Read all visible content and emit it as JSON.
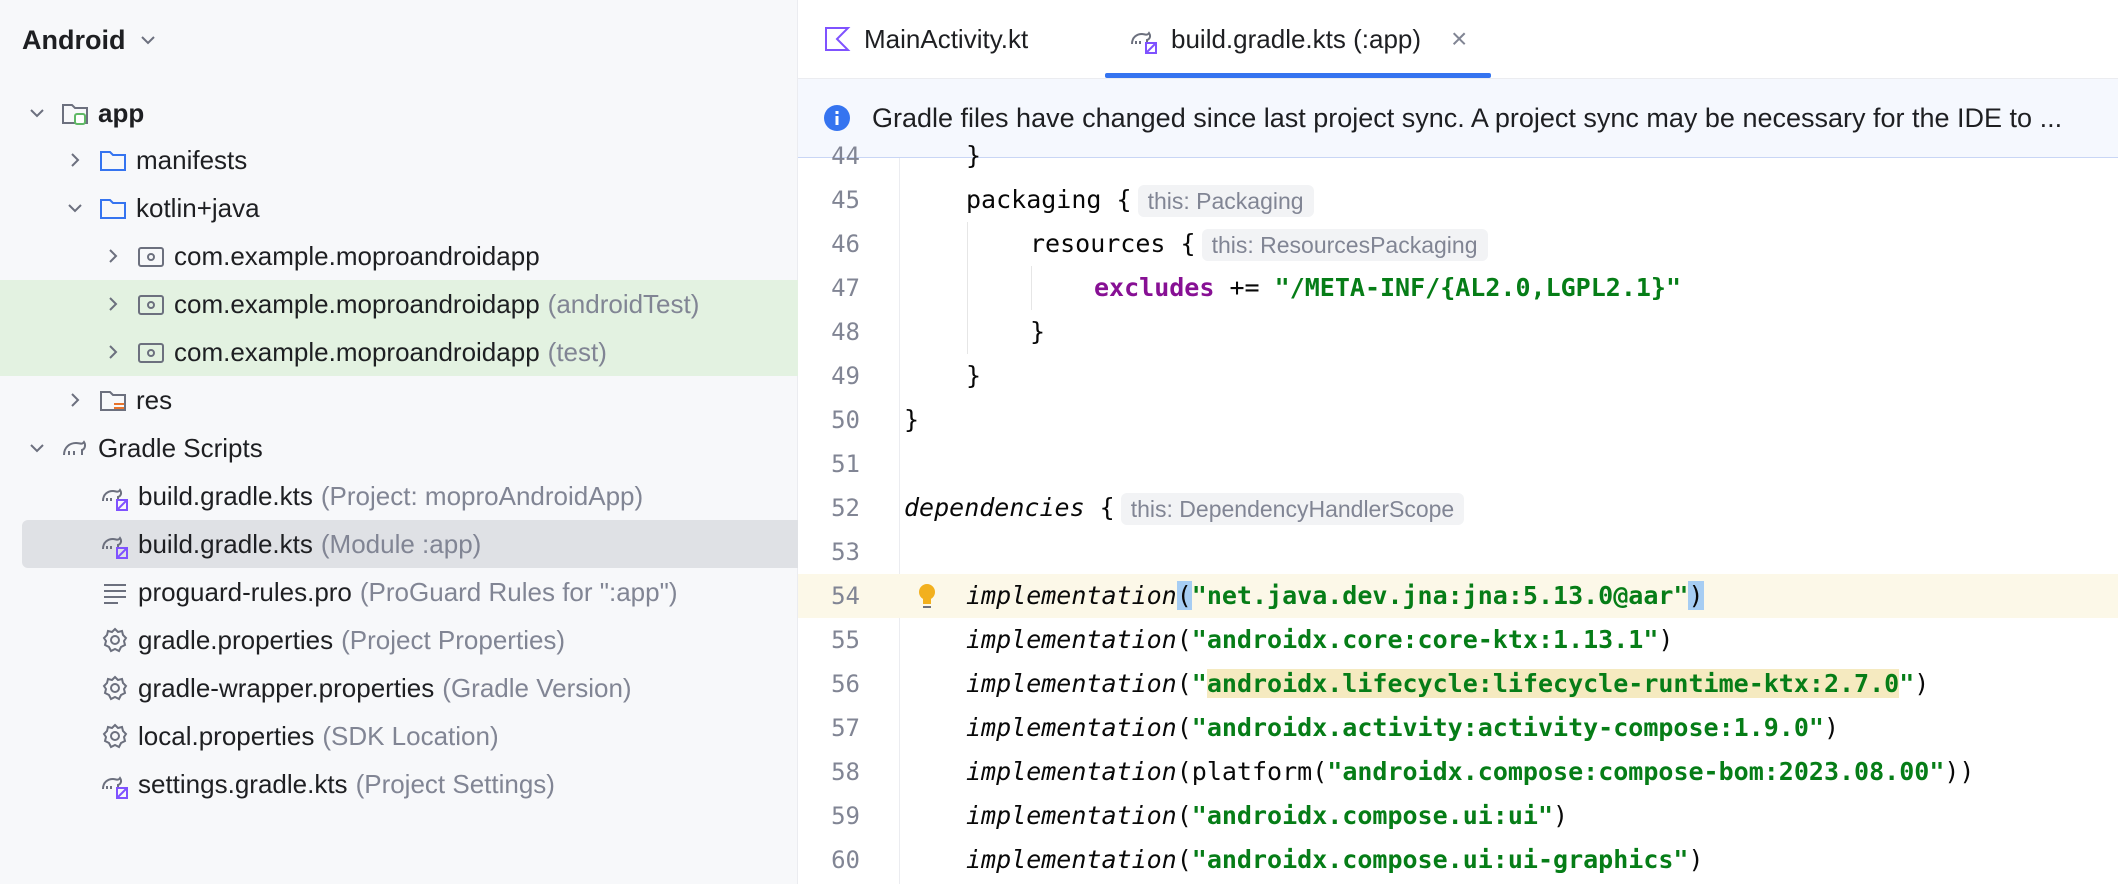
{
  "sidebar": {
    "title": "Android",
    "items": [
      {
        "label": "app",
        "suffix": ""
      },
      {
        "label": "manifests",
        "suffix": ""
      },
      {
        "label": "kotlin+java",
        "suffix": ""
      },
      {
        "label": "com.example.moproandroidapp",
        "suffix": ""
      },
      {
        "label": "com.example.moproandroidapp",
        "suffix": "(androidTest)"
      },
      {
        "label": "com.example.moproandroidapp",
        "suffix": "(test)"
      },
      {
        "label": "res",
        "suffix": ""
      },
      {
        "label": "Gradle Scripts",
        "suffix": ""
      },
      {
        "label": "build.gradle.kts",
        "suffix": "(Project: moproAndroidApp)"
      },
      {
        "label": "build.gradle.kts",
        "suffix": "(Module :app)"
      },
      {
        "label": "proguard-rules.pro",
        "suffix": "(ProGuard Rules for \":app\")"
      },
      {
        "label": "gradle.properties",
        "suffix": "(Project Properties)"
      },
      {
        "label": "gradle-wrapper.properties",
        "suffix": "(Gradle Version)"
      },
      {
        "label": "local.properties",
        "suffix": "(SDK Location)"
      },
      {
        "label": "settings.gradle.kts",
        "suffix": "(Project Settings)"
      }
    ]
  },
  "tabs": [
    {
      "label": "MainActivity.kt",
      "icon": "kotlin-file-icon"
    },
    {
      "label": "build.gradle.kts (:app)",
      "icon": "gradle-file-icon",
      "close": "×"
    }
  ],
  "banner": {
    "message": "Gradle files have changed since last project sync. A project sync may be necessary for the IDE to ..."
  },
  "code": {
    "line_numbers": [
      "44",
      "45",
      "46",
      "47",
      "48",
      "49",
      "50",
      "51",
      "52",
      "53",
      "54",
      "55",
      "56",
      "57",
      "58",
      "59",
      "60"
    ],
    "l44": "}",
    "l45_kw": "packaging {",
    "l45_hint": "this: Packaging",
    "l46_kw": "resources {",
    "l46_hint": "this: ResourcesPackaging",
    "l47_prop": "excludes",
    "l47_op": " += ",
    "l47_str": "\"/META-INF/{AL2.0,LGPL2.1}\"",
    "l48": "}",
    "l49": "}",
    "l50": "}",
    "l52_kw": "dependencies",
    "l52_brace": " {",
    "l52_hint": "this: DependencyHandlerScope",
    "impl": "implementation",
    "platform": "platform",
    "l54_str": "\"net.java.dev.jna:jna:5.13.0@aar\"",
    "l55_str": "\"androidx.core:core-ktx:1.13.1\"",
    "l56_q1": "\"",
    "l56_str": "androidx.lifecycle:lifecycle-runtime-ktx:2.7.0",
    "l56_q2": "\"",
    "l57_str": "\"androidx.activity:activity-compose:1.9.0\"",
    "l58_str": "\"androidx.compose:compose-bom:2023.08.00\"",
    "l59_str": "\"androidx.compose.ui:ui\"",
    "l60_str": "\"androidx.compose.ui:ui-graphics\""
  }
}
